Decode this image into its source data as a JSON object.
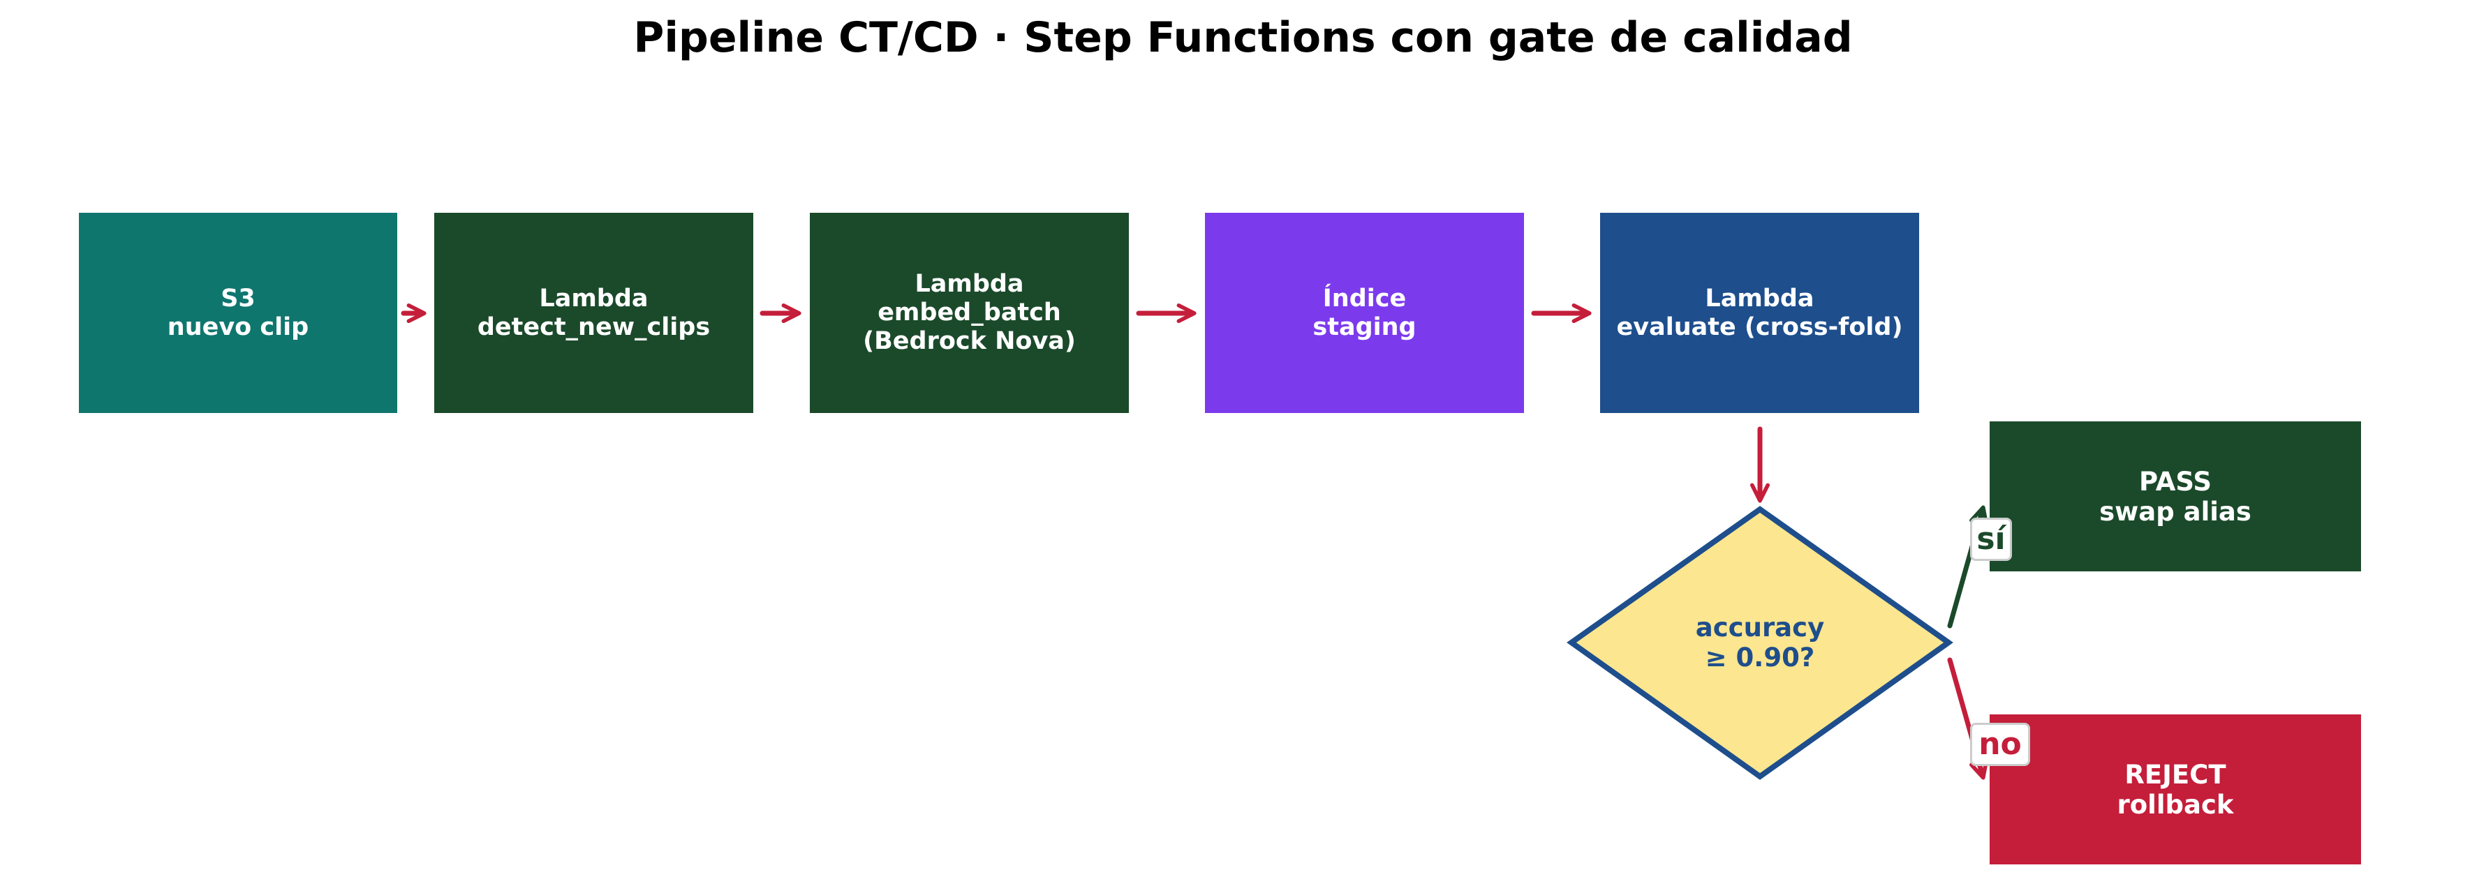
{
  "title": "Pipeline CT/CD · Step Functions con gate de calidad",
  "colors": {
    "teal": "#0f766e",
    "dark_green": "#1b4a2b",
    "purple": "#7c3aed",
    "blue": "#1e4e8c",
    "red": "#c41e3a",
    "diamond_fill": "#fce68f",
    "diamond_stroke": "#1e4e8c",
    "arrow": "#c41e3a",
    "yes_arrow": "#1b4a2b"
  },
  "nodes": {
    "s3": {
      "lines": [
        "S3",
        "nuevo clip"
      ]
    },
    "detect": {
      "lines": [
        "Lambda",
        "detect_new_clips"
      ]
    },
    "embed": {
      "lines": [
        "Lambda",
        "embed_batch",
        "(Bedrock Nova)"
      ]
    },
    "index": {
      "lines": [
        "Índice",
        "staging"
      ]
    },
    "evaluate": {
      "lines": [
        "Lambda",
        "evaluate (cross-fold)"
      ]
    },
    "gate": {
      "lines": [
        "accuracy",
        "≥ 0.90?"
      ]
    },
    "pass": {
      "lines": [
        "PASS",
        "swap alias"
      ]
    },
    "reject": {
      "lines": [
        "REJECT",
        "rollback"
      ]
    }
  },
  "edges": {
    "yes_label": "sí",
    "no_label": "no"
  }
}
